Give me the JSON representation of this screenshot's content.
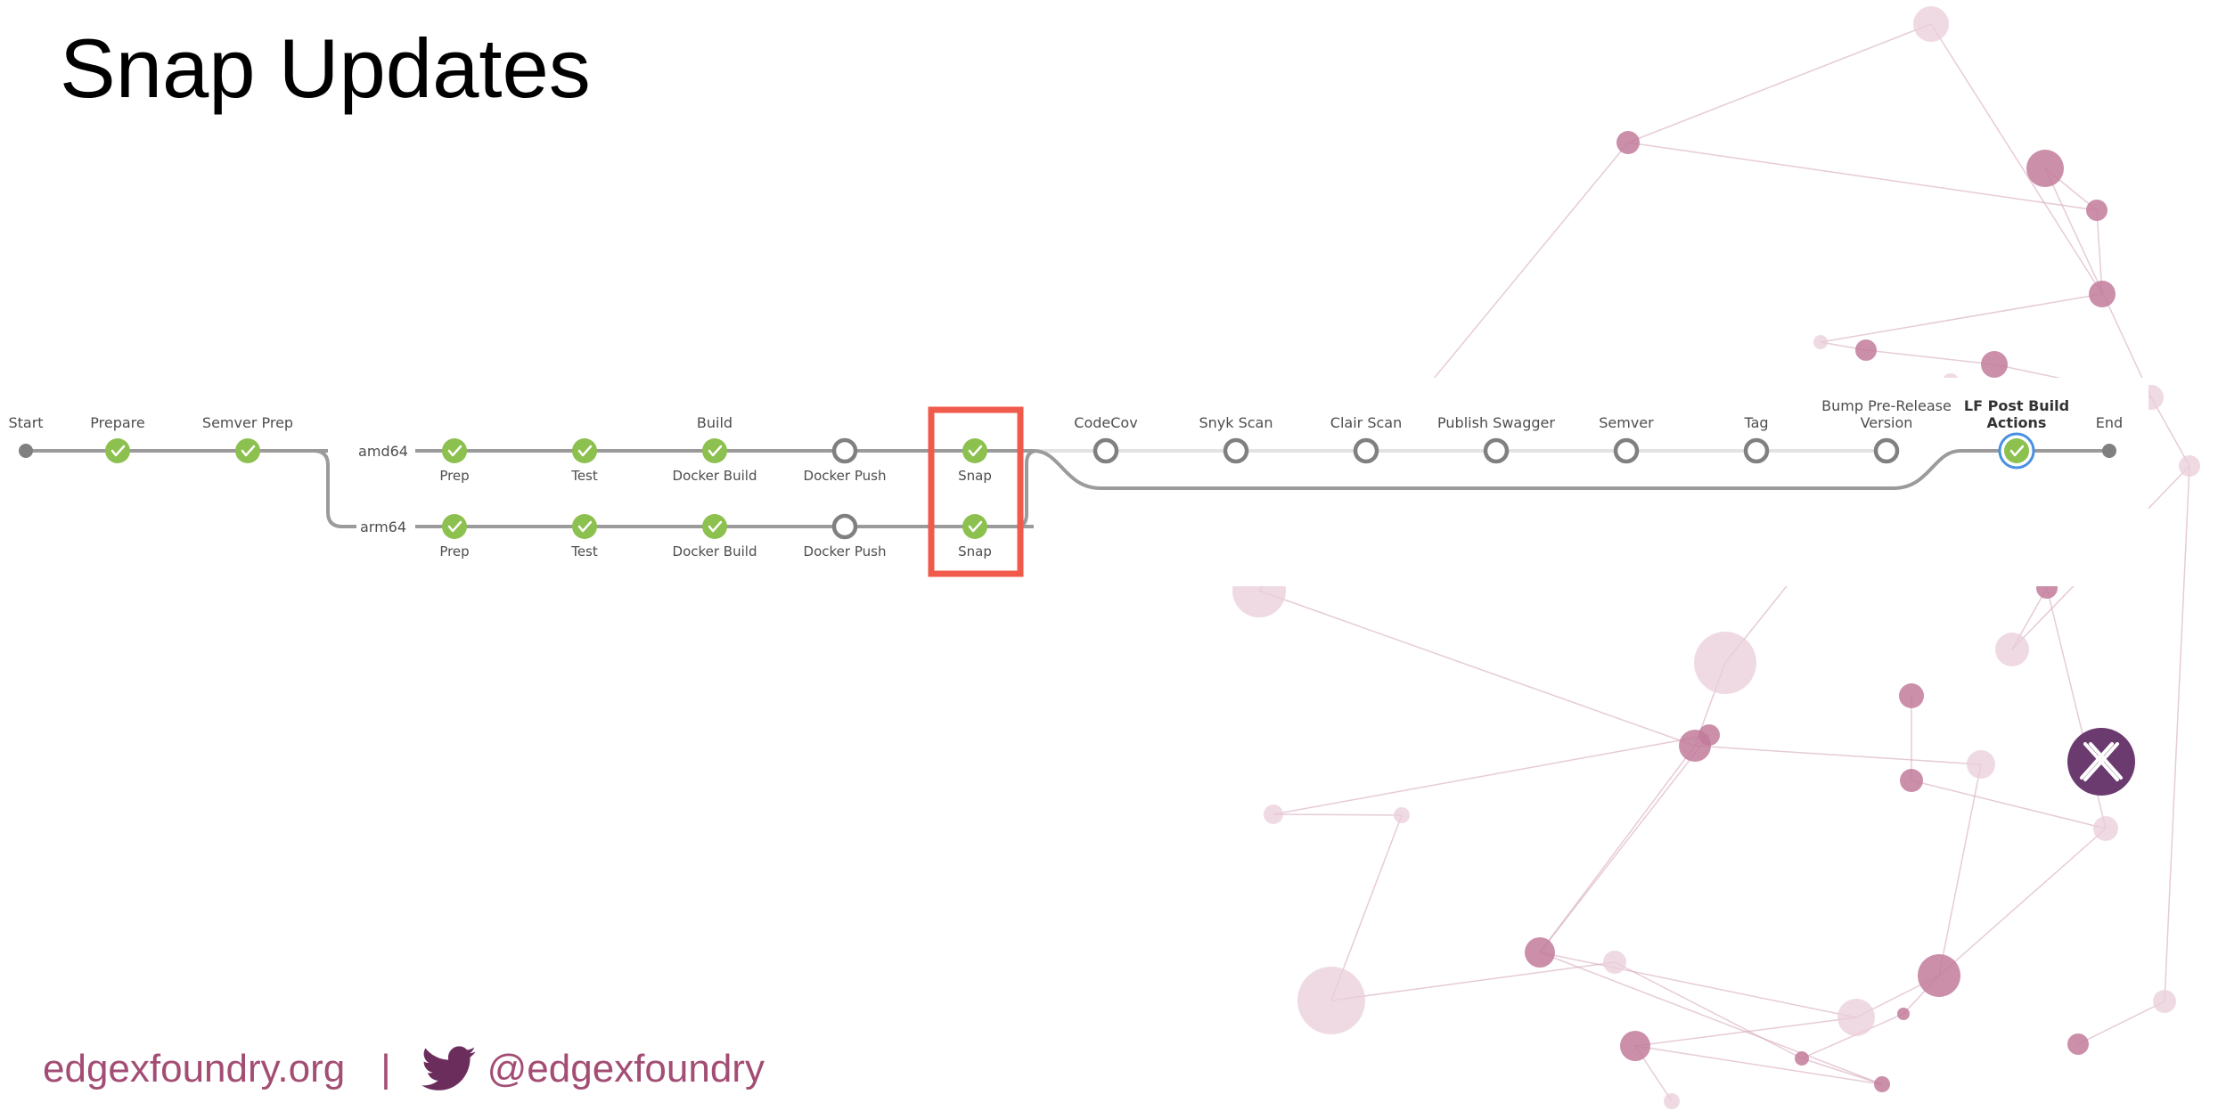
{
  "slide": {
    "title": "Snap Updates"
  },
  "pipeline": {
    "top_stages": [
      {
        "id": "start",
        "label": "Start",
        "status": "terminal"
      },
      {
        "id": "prepare",
        "label": "Prepare",
        "status": "success"
      },
      {
        "id": "semver-prep",
        "label": "Semver Prep",
        "status": "success"
      }
    ],
    "build_stage_label": "Build",
    "branches": [
      {
        "id": "amd64",
        "label": "amd64",
        "steps": [
          {
            "label": "Prep",
            "status": "success"
          },
          {
            "label": "Test",
            "status": "success"
          },
          {
            "label": "Docker Build",
            "status": "success"
          },
          {
            "label": "Docker Push",
            "status": "not-run"
          },
          {
            "label": "Snap",
            "status": "success"
          }
        ]
      },
      {
        "id": "arm64",
        "label": "arm64",
        "steps": [
          {
            "label": "Prep",
            "status": "success"
          },
          {
            "label": "Test",
            "status": "success"
          },
          {
            "label": "Docker Build",
            "status": "success"
          },
          {
            "label": "Docker Push",
            "status": "not-run"
          },
          {
            "label": "Snap",
            "status": "success"
          }
        ]
      }
    ],
    "post_stages": [
      {
        "id": "codecov",
        "label": "CodeCov",
        "status": "not-run"
      },
      {
        "id": "snyk-scan",
        "label": "Snyk Scan",
        "status": "not-run"
      },
      {
        "id": "clair-scan",
        "label": "Clair Scan",
        "status": "not-run"
      },
      {
        "id": "publish-swagger",
        "label": "Publish Swagger",
        "status": "not-run"
      },
      {
        "id": "semver",
        "label": "Semver",
        "status": "not-run"
      },
      {
        "id": "tag",
        "label": "Tag",
        "status": "not-run"
      },
      {
        "id": "bump-pre-release",
        "label_line1": "Bump Pre-Release",
        "label_line2": "Version",
        "status": "not-run"
      },
      {
        "id": "lf-post-build",
        "label_line1": "LF Post Build",
        "label_line2": "Actions",
        "status": "success-selected"
      },
      {
        "id": "end",
        "label": "End",
        "status": "terminal"
      }
    ],
    "highlighted_stage": "Snap"
  },
  "footer": {
    "website": "edgexfoundry.org",
    "separator": "|",
    "twitter_handle": "@edgexfoundry",
    "icon": "twitter-bird-icon"
  },
  "colors": {
    "success": "#8cc04f",
    "not_run": "#808080",
    "connector": "#9b9b9b",
    "highlight_box": "#f05a4a",
    "selected_ring": "#4a90e2",
    "footer_text": "#a34d74",
    "network_node": "#c27b9b",
    "logo": "#6b3a6e"
  }
}
